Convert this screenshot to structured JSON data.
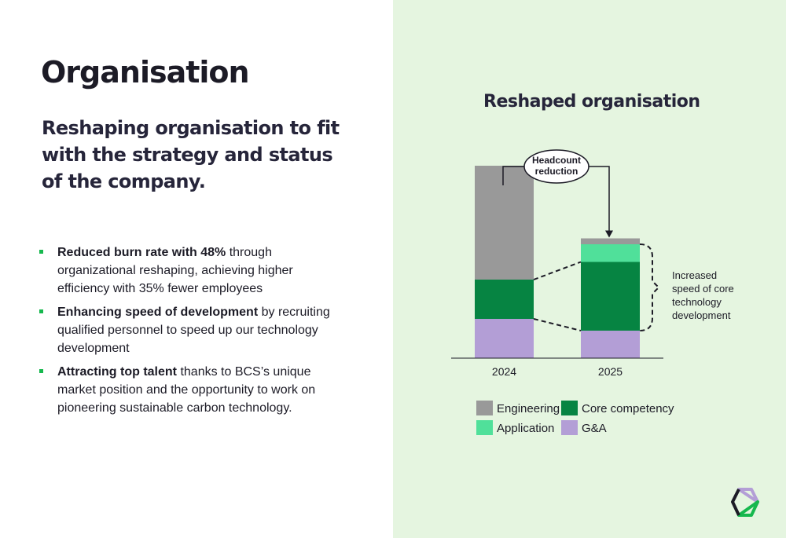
{
  "page": {
    "title": "Organisation",
    "subtitle": "Reshaping organisation to fit with the strategy and status of the company."
  },
  "bullets": [
    {
      "bold": "Reduced burn rate with 48%",
      "text": " through organizational reshaping, achieving higher efficiency with 35% fewer employees"
    },
    {
      "bold": "Enhancing speed of development",
      "text": " by recruiting qualified personnel to speed up our technology development"
    },
    {
      "bold": "Attracting top talent",
      "text": " thanks to BCS’s unique market position and the opportunity to work on pioneering sustainable carbon technology."
    }
  ],
  "chart_data": {
    "type": "bar",
    "stacked": true,
    "title": "Reshaped organisation",
    "categories": [
      "2024",
      "2025"
    ],
    "series": [
      {
        "name": "G&A",
        "color": "#b39ed6",
        "values": [
          20,
          14
        ]
      },
      {
        "name": "Core competency",
        "color": "#068442",
        "values": [
          20,
          35
        ]
      },
      {
        "name": "Application",
        "color": "#50e09a",
        "values": [
          0,
          9
        ]
      },
      {
        "name": "Engineering",
        "color": "#999999",
        "values": [
          58,
          3
        ]
      }
    ],
    "ylim": [
      0,
      100
    ],
    "grid": false,
    "legend_position": "bottom",
    "legend_order": [
      "Engineering",
      "Core competency",
      "Application",
      "G&A"
    ],
    "annotations": {
      "headcount": "Headcount reduction",
      "bracket": "Increased speed of core technology development"
    }
  },
  "colors": {
    "accent": "#16b84e",
    "panel": "#e5f5e0",
    "text": "#1c1b26"
  },
  "logo": {
    "icon": "hexagon-logo-icon"
  }
}
